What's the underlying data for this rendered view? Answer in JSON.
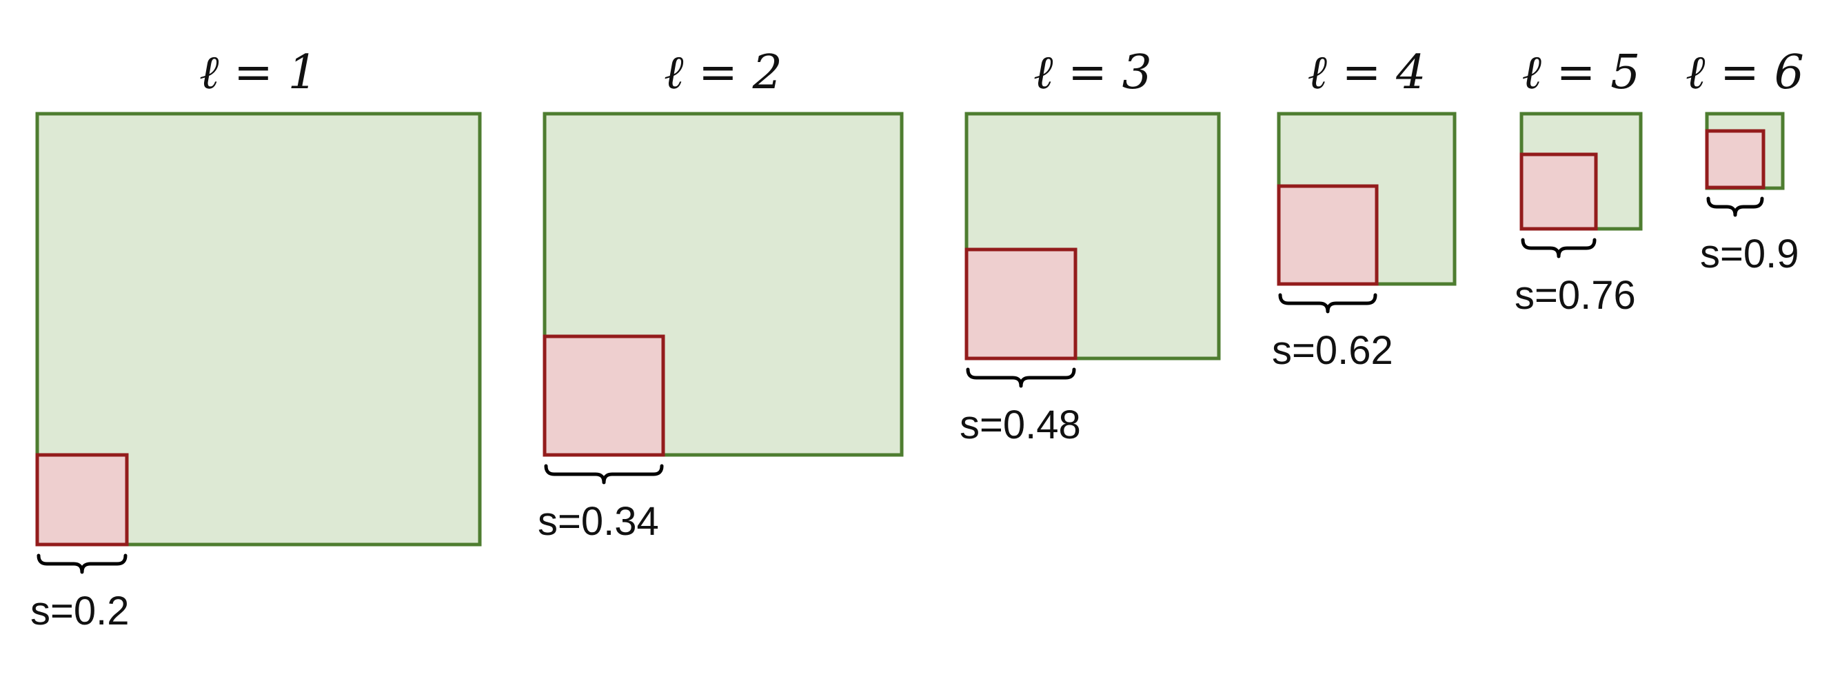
{
  "colors": {
    "outer_fill": "#dde9d4",
    "outer_stroke": "#4e7d30",
    "inner_fill": "#eecfcf",
    "inner_stroke": "#931c1c"
  },
  "levels": [
    {
      "title": "ℓ = 1",
      "s": 0.2,
      "label": "s=0.2"
    },
    {
      "title": "ℓ = 2",
      "s": 0.34,
      "label": "s=0.34"
    },
    {
      "title": "ℓ = 3",
      "s": 0.48,
      "label": "s=0.48"
    },
    {
      "title": "ℓ = 4",
      "s": 0.62,
      "label": "s=0.62"
    },
    {
      "title": "ℓ = 5",
      "s": 0.76,
      "label": "s=0.76"
    },
    {
      "title": "ℓ = 6",
      "s": 0.9,
      "label": "s=0.9"
    }
  ]
}
